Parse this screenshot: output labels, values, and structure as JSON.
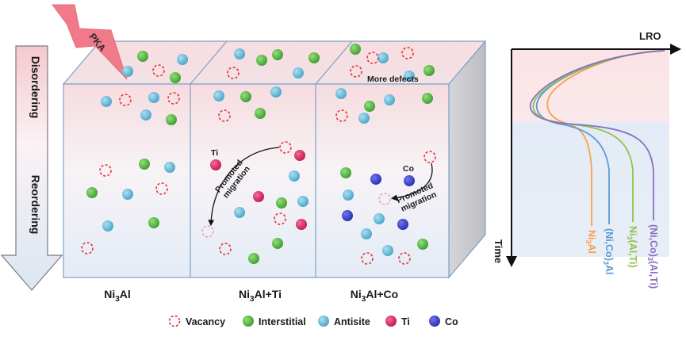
{
  "pka_label": "PKA",
  "arrow": {
    "top_label": "Disordering",
    "bottom_label": "Reordering"
  },
  "panels": [
    {
      "label_base": "Ni",
      "label_sub": "3",
      "label_rest": "Al"
    },
    {
      "label_base": "Ni",
      "label_sub": "3",
      "label_rest": "Al+Ti"
    },
    {
      "label_base": "Ni",
      "label_sub": "3",
      "label_rest": "Al+Co"
    }
  ],
  "annotations": {
    "more_defects": "More defects",
    "ti_label": "Ti",
    "co_label": "Co",
    "promoted_line1": "Promoted",
    "promoted_line2": "migration"
  },
  "legend": [
    {
      "kind": "vacancy",
      "label": "Vacancy"
    },
    {
      "kind": "interstitial",
      "label": "Interstitial"
    },
    {
      "kind": "antisite",
      "label": "Antisite"
    },
    {
      "kind": "ti",
      "label": "Ti"
    },
    {
      "kind": "co",
      "label": "Co"
    }
  ],
  "colors": {
    "interstitial": "#4caf3a",
    "antisite": "#5bb6d6",
    "ti": "#d8245e",
    "co": "#3a3ec9",
    "vacancy": "#e83030",
    "pka_arrow": "#f07a8a"
  },
  "lro_plot": {
    "x_axis_label": "LRO",
    "y_axis_label": "Time",
    "curves": [
      {
        "name_base": "Ni",
        "name_sub": "3",
        "name_rest": "Al",
        "color": "#f4a34a"
      },
      {
        "name_base": "(Ni,Co)",
        "name_sub": "3",
        "name_rest": "Al",
        "color": "#5b9bd5"
      },
      {
        "name_base": "Ni",
        "name_sub": "3",
        "name_rest": "(Al,Ti)",
        "color": "#8fc24a"
      },
      {
        "name_base": "(Ni,Co)",
        "name_sub": "3",
        "name_rest": "(Al,Ti)",
        "color": "#8a6fc0"
      }
    ]
  }
}
